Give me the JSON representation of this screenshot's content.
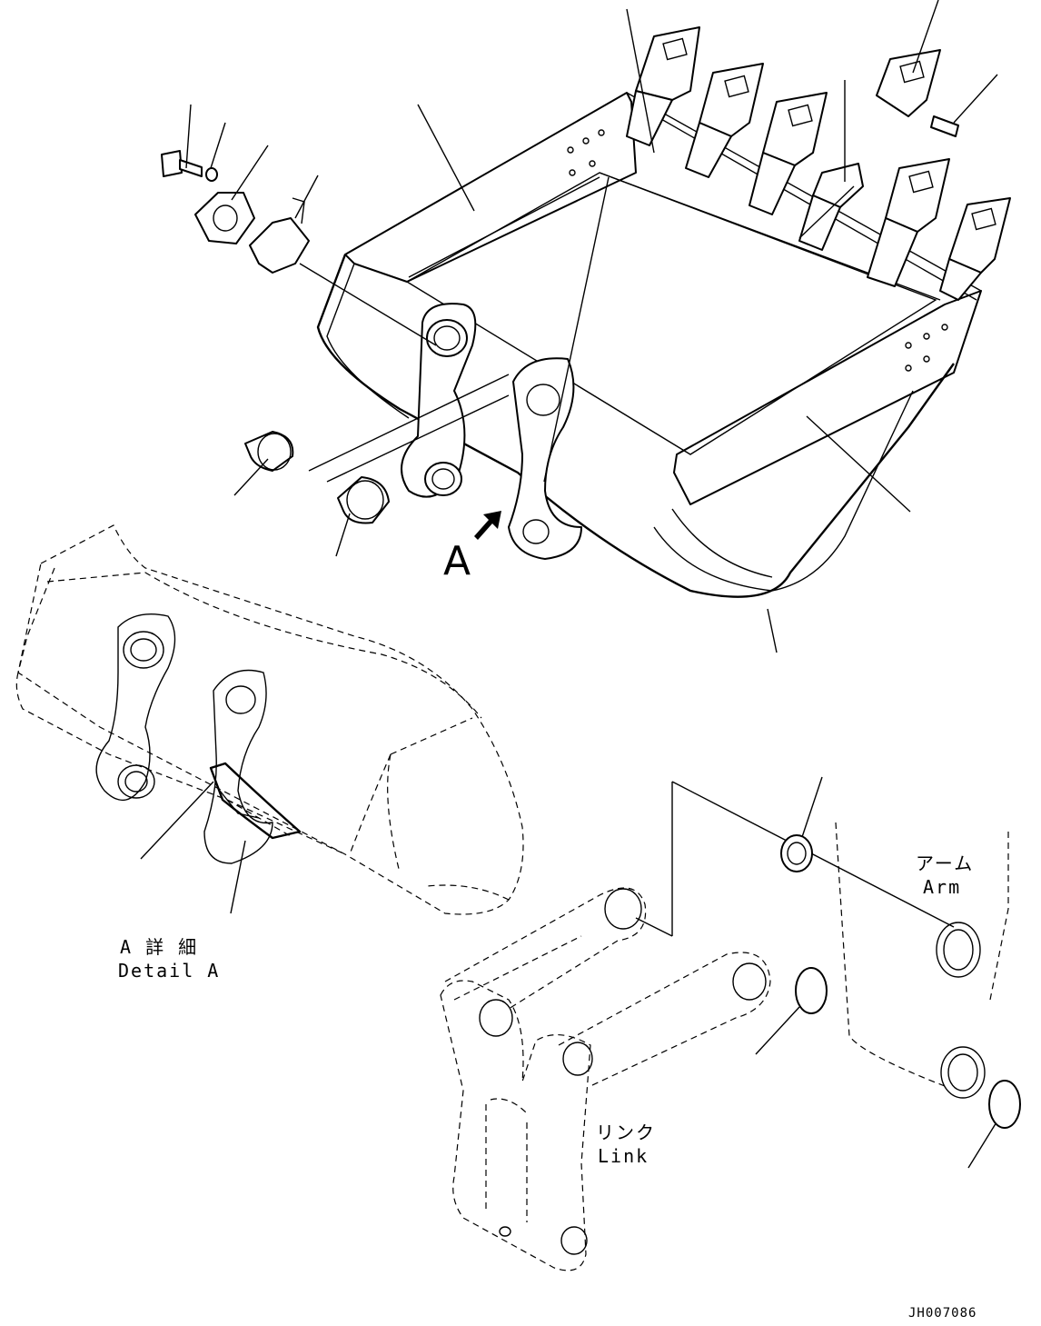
{
  "labels": {
    "view_marker": "A",
    "detail_jp": "A 詳 細",
    "detail_en": "Detail A",
    "arm_jp": "アーム",
    "arm_en": "Arm",
    "link_jp": "リンク",
    "link_en": "Link",
    "drawing_code": "JH007086"
  }
}
